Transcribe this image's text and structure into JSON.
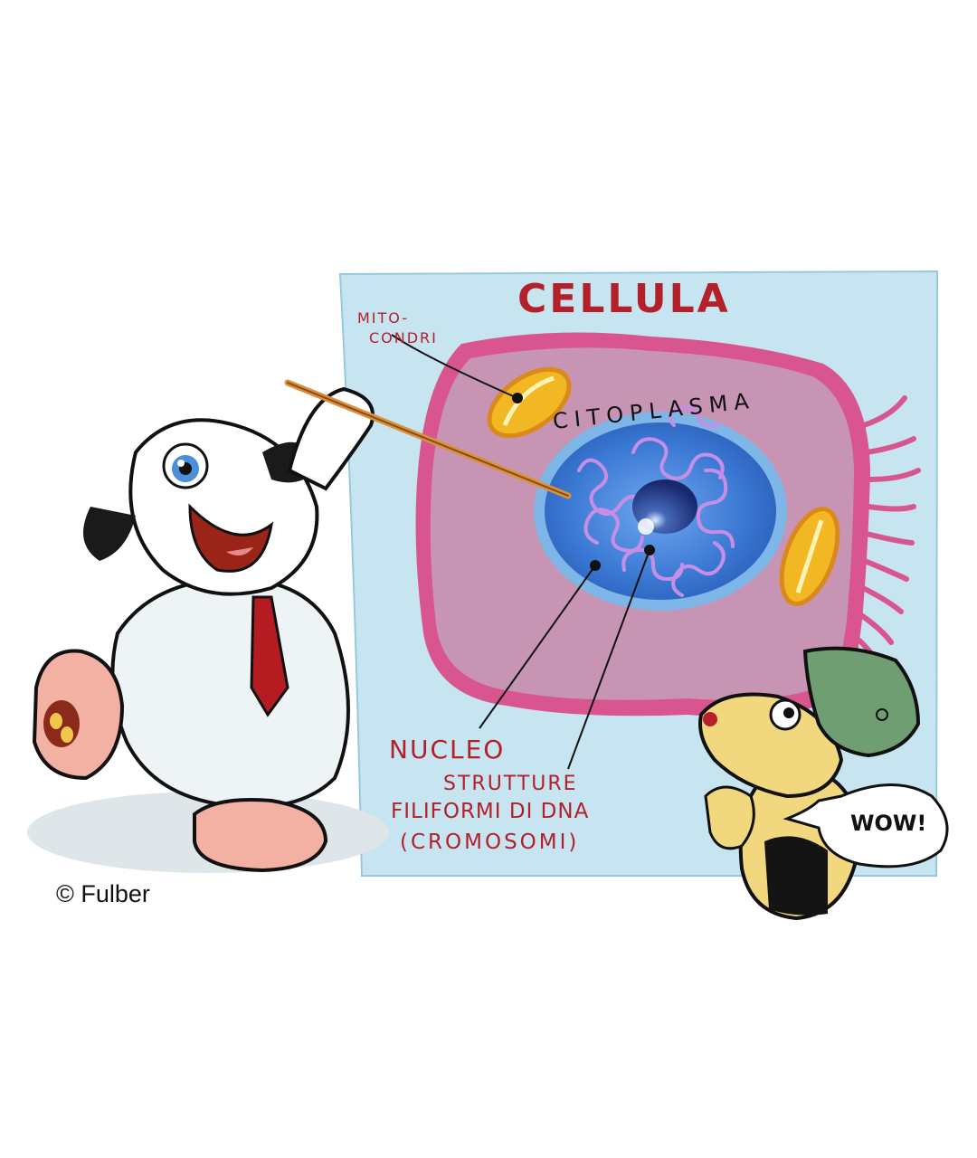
{
  "diagram": {
    "title": "CELLULA",
    "labels": {
      "mitocondri_line1": "MITO-",
      "mitocondri_line2": "CONDRI",
      "citoplasma": "CITOPLASMA",
      "nucleo": "NUCLEO",
      "dna_line1": "STRUTTURE",
      "dna_line2": "FILIFORMI DI DNA",
      "dna_line3": "(CROMOSOMI)"
    }
  },
  "speech_bubble": "WOW!",
  "copyright": "© Fulber",
  "colors": {
    "poster": "#cfe8f3",
    "membrane": "#d9558f",
    "cytoplasm": "#c98fb3",
    "nucleus": "#3d7fd6",
    "nucleolus": "#1e2f7a",
    "mitochondria": "#f2b824",
    "label_red": "#b3202a"
  }
}
